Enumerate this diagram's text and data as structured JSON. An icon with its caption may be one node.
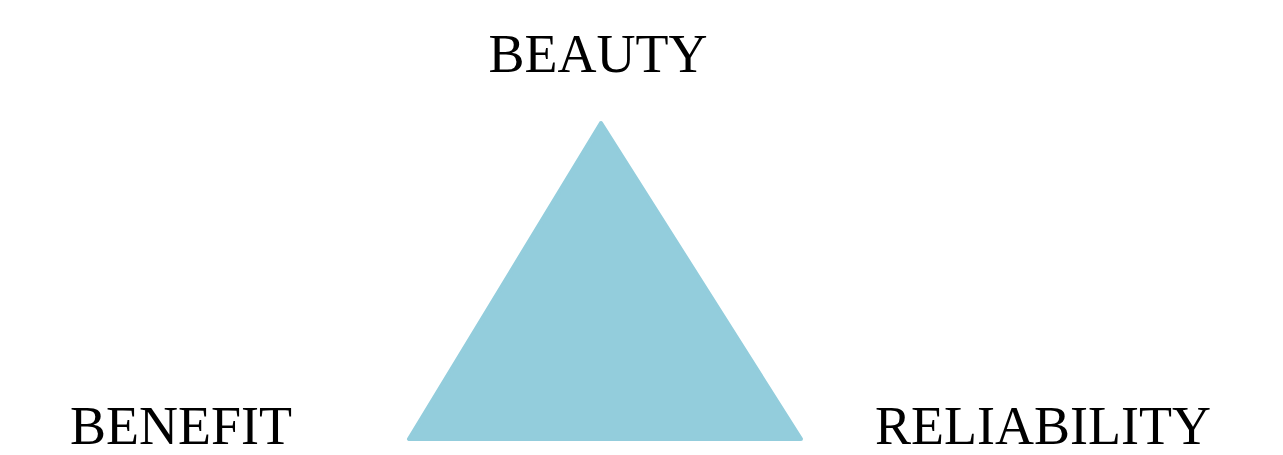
{
  "diagram": {
    "nodes": [
      {
        "text": [],
        "shape": "triangle"
      }
    ],
    "labels": [
      "BEAUTY",
      "BENEFIT",
      "RELIABILITY"
    ]
  }
}
